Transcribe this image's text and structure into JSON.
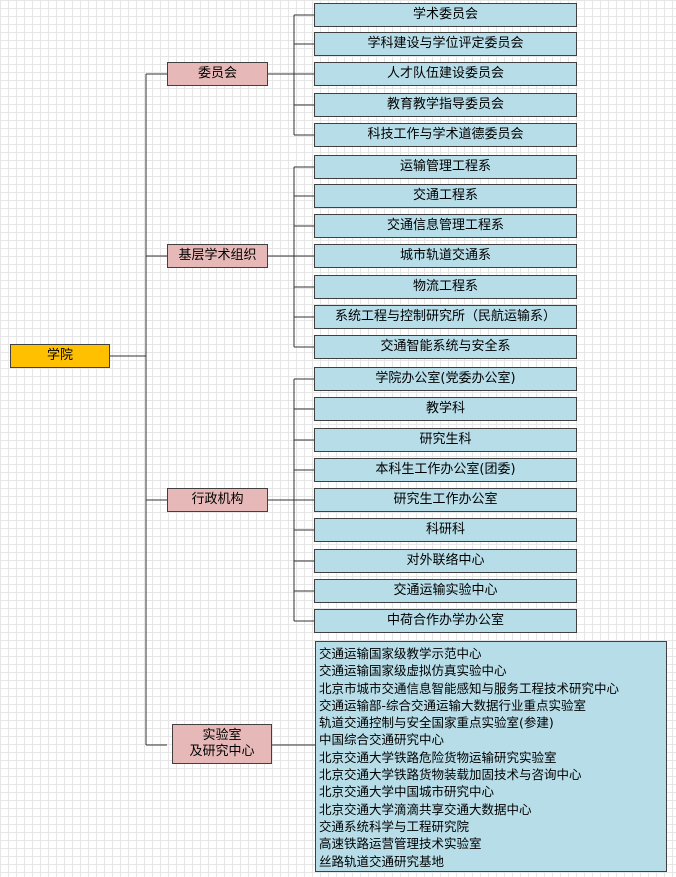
{
  "root": "学院",
  "committee": {
    "label": "委员会",
    "items": [
      "学术委员会",
      "学科建设与学位评定委员会",
      "人才队伍建设委员会",
      "教育教学指导委员会",
      "科技工作与学术道德委员会"
    ]
  },
  "academic": {
    "label": "基层学术组织",
    "items": [
      "运输管理工程系",
      "交通工程系",
      "交通信息管理工程系",
      "城市轨道交通系",
      "物流工程系",
      "系统工程与控制研究所（民航运输系）",
      "交通智能系统与安全系"
    ]
  },
  "admin": {
    "label": "行政机构",
    "items": [
      "学院办公室(党委办公室)",
      "教学科",
      "研究生科",
      "本科生工作办公室(团委)",
      "研究生工作办公室",
      "科研科",
      "对外联络中心",
      "交通运输实验中心",
      "中荷合作办学办公室"
    ]
  },
  "labs": {
    "label_line1": "实验室",
    "label_line2": "及研究中心",
    "items": [
      "交通运输国家级教学示范中心",
      "交通运输国家级虚拟仿真实验中心",
      "北京市城市交通信息智能感知与服务工程技术研究中心",
      "交通运输部-综合交通运输大数据行业重点实验室",
      "轨道交通控制与安全国家重点实验室(参建)",
      "中国综合交通研究中心",
      "北京交通大学铁路危险货物运输研究实验室",
      "北京交通大学铁路货物装载加固技术与咨询中心",
      "北京交通大学中国城市研究中心",
      "北京交通大学滴滴共享交通大数据中心",
      "交通系统科学与工程研究院",
      "高速铁路运营管理技术实验室",
      "丝路轨道交通研究基地"
    ]
  }
}
